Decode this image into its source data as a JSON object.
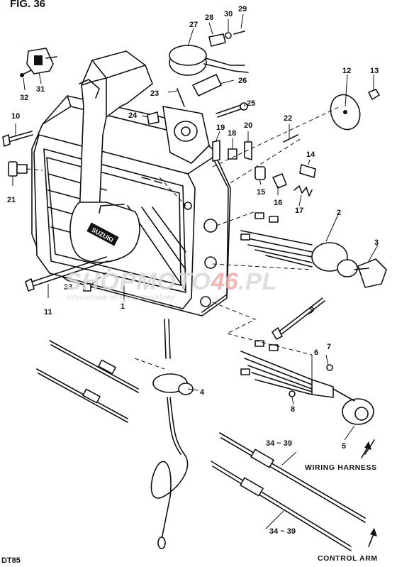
{
  "figure": {
    "title": "FIG. 36",
    "model": "DT85"
  },
  "captions": {
    "wiring_harness": "WIRING HARNESS",
    "control_arm": "CONTROL ARM"
  },
  "parts": {
    "p1": "1",
    "p2": "2",
    "p3": "3",
    "p4": "4",
    "p5": "5",
    "p6": "6",
    "p7": "7",
    "p8": "8",
    "p9": "9",
    "p10": "10",
    "p11": "11",
    "p12": "12",
    "p13": "13",
    "p14": "14",
    "p15": "15",
    "p16": "16",
    "p17": "17",
    "p18": "18",
    "p19": "19",
    "p20": "20",
    "p21": "21",
    "p22": "22",
    "p23": "23",
    "p24": "24",
    "p25": "25",
    "p26": "26",
    "p27": "27",
    "p28": "28",
    "p29": "29",
    "p30": "30",
    "p31": "31",
    "p32": "32",
    "p33": "33",
    "p34a": "34 ~ 39",
    "p34b": "34 ~ 39"
  },
  "brand_label": "SUZUKI",
  "watermark": {
    "part1": "SHOPMOTO",
    "part2": "46",
    "part3": ".PL",
    "tagline": "internetowy sklep motocyklowy"
  }
}
